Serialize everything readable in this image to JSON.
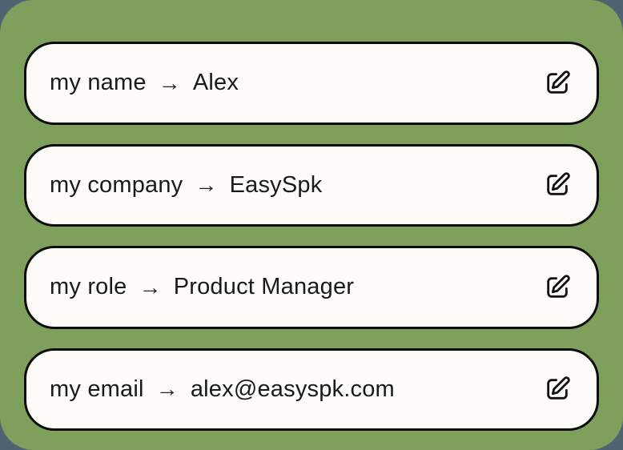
{
  "panel": {
    "page_background_color": "#4E6473",
    "panel_background_color": "#7FA05C",
    "card_background_color": "#FDFCF8",
    "card_border_color": "#0D0D0D",
    "text_color": "#1A1A1A"
  },
  "arrow_symbol": "→",
  "fields": [
    {
      "label": "my name",
      "value": "Alex"
    },
    {
      "label": "my company",
      "value": "EasySpk"
    },
    {
      "label": "my role",
      "value": "Product Manager"
    },
    {
      "label": "my email",
      "value": "alex@easyspk.com"
    }
  ],
  "icons": {
    "edit": "edit-icon"
  }
}
